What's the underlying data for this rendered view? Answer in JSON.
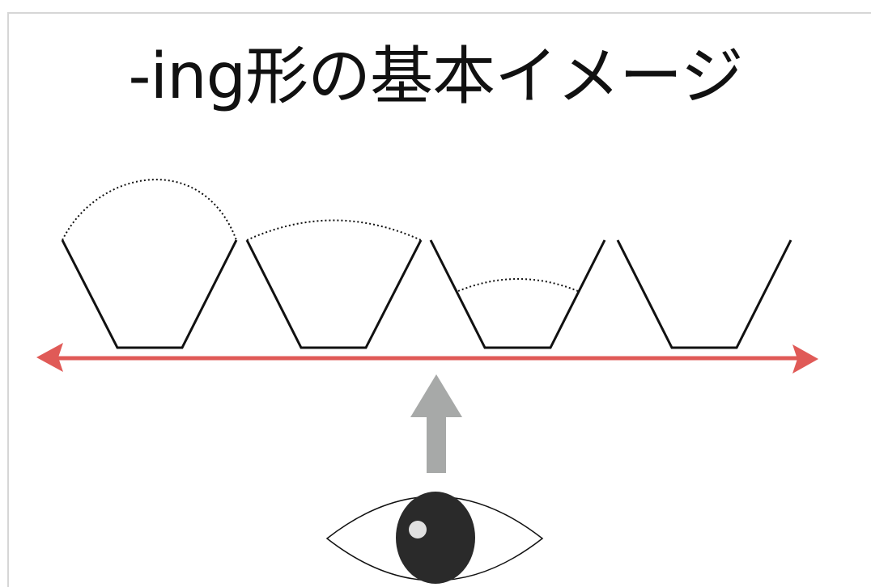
{
  "slide": {
    "title": "-ing形の基本イメージ"
  },
  "colors": {
    "background": "#ffffff",
    "frame": "#d6d6d6",
    "cup_stroke": "#111111",
    "timeline": "#e05a57",
    "view_arrow": "#a7a9a8",
    "eye_pupil": "#2a2a2a",
    "eye_highlight": "#e0e0e0"
  },
  "icons": {
    "cups": "open-container-icon",
    "timeline": "double-headed-arrow-icon",
    "viewpoint": "up-arrow-icon",
    "observer": "eye-icon"
  },
  "cups": [
    {
      "fill_level": "full"
    },
    {
      "fill_level": "mostly-full"
    },
    {
      "fill_level": "partly-full"
    },
    {
      "fill_level": "empty"
    }
  ]
}
